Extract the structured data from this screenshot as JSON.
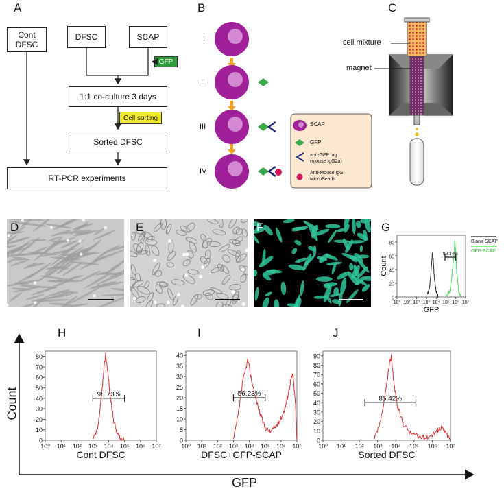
{
  "panelA": {
    "letter": "A",
    "box_cont": [
      "Cont",
      "DFSC"
    ],
    "box_dfsc": "DFSC",
    "box_scap": "SCAP",
    "tag_gfp": "GFP",
    "box_coculture": "1:1 co-culture 3 days",
    "tag_sorting": "Cell sorting",
    "box_sorted": "Sorted DFSC",
    "box_rtpcr": "RT-PCR experiments",
    "colors": {
      "gfp_tag": "#2e9e3a",
      "sorting_tag": "#f2ea2a"
    }
  },
  "panelB": {
    "letter": "B",
    "steps": [
      "I",
      "II",
      "III",
      "IV"
    ],
    "legend": [
      "SCAP",
      "GFP",
      "anti-GFP tag",
      "(mouse IgG2a)",
      "Anti-Mouse IgG",
      "MicroBeads"
    ],
    "colors": {
      "cell": "#a0209a",
      "nucleus": "#d38ad0",
      "gfp": "#3aaa48",
      "antibody": "#1b2a7a",
      "bead": "#d0155a",
      "arrow": "#f0a020",
      "legend_bg": "#fbe8cf"
    }
  },
  "panelC": {
    "letter": "C",
    "label_mixture": "cell mixture",
    "label_magnet": "magnet"
  },
  "micrographs": [
    {
      "letter": "D",
      "kind": "phase"
    },
    {
      "letter": "E",
      "kind": "phase"
    },
    {
      "letter": "F",
      "kind": "fluorescence"
    }
  ],
  "chart_data": [
    {
      "panel": "G",
      "type": "line",
      "ylabel": "Count",
      "xlabel": "GFP",
      "x_ticks": [
        "10⁰",
        "10¹",
        "10²",
        "10³",
        "10⁴",
        "10⁵",
        "10⁶",
        "10⁷"
      ],
      "y_ticks": [
        "0",
        "20",
        "40",
        "60",
        "80"
      ],
      "ylim": [
        0,
        90
      ],
      "xlim": [
        0,
        7
      ],
      "gate_label": "98.14%",
      "gate_range": [
        4.9,
        6.0
      ],
      "series": [
        {
          "name": "Blank-SCAP",
          "color": "#222222",
          "x": [
            3.0,
            3.3,
            3.5,
            3.6,
            3.7,
            3.8,
            4.0,
            4.2
          ],
          "y": [
            0,
            10,
            40,
            63,
            55,
            30,
            8,
            0
          ]
        },
        {
          "name": "GFP-SCAP",
          "color": "#44dd44",
          "x": [
            5.0,
            5.4,
            5.6,
            5.8,
            5.9,
            6.0,
            6.1,
            6.3,
            6.5
          ],
          "y": [
            0,
            8,
            30,
            58,
            82,
            65,
            35,
            8,
            0
          ]
        }
      ],
      "legend_position": "right"
    },
    {
      "panel": "H",
      "type": "line",
      "xlabel": "Cont DFSC",
      "x_ticks": [
        "10⁰",
        "10¹",
        "10²",
        "10³",
        "10⁴",
        "10⁵",
        "10⁶",
        "10⁷"
      ],
      "y_ticks": [
        "0",
        "10",
        "20",
        "30",
        "40",
        "50",
        "60",
        "70",
        "80"
      ],
      "ylim": [
        0,
        85
      ],
      "xlim": [
        0,
        7
      ],
      "gate_label": "98.73%",
      "gate_range": [
        3.0,
        5.0
      ],
      "series": [
        {
          "color": "#e03030",
          "x": [
            3.0,
            3.3,
            3.5,
            3.65,
            3.8,
            3.95,
            4.1,
            4.3,
            4.5,
            4.7,
            5.0
          ],
          "y": [
            0,
            10,
            35,
            60,
            82,
            65,
            40,
            20,
            8,
            2,
            0
          ]
        }
      ]
    },
    {
      "panel": "I",
      "type": "line",
      "xlabel": "DFSC+GFP-SCAP",
      "x_ticks": [
        "10⁰",
        "10¹",
        "10²",
        "10³",
        "10⁴",
        "10⁵",
        "10⁶",
        "10⁷"
      ],
      "y_ticks": [
        "0",
        "5",
        "10",
        "15",
        "20",
        "25",
        "30",
        "35",
        "40"
      ],
      "ylim": [
        0,
        42
      ],
      "xlim": [
        0,
        7
      ],
      "gate_label": "56.23%",
      "gate_range": [
        3.0,
        5.0
      ],
      "series": [
        {
          "color": "#e03030",
          "x": [
            3.0,
            3.3,
            3.6,
            3.9,
            4.1,
            4.4,
            4.7,
            5.0,
            5.3,
            5.6,
            5.9,
            6.2,
            6.4,
            6.6,
            6.75,
            6.9,
            7.0
          ],
          "y": [
            0,
            12,
            28,
            38,
            30,
            20,
            12,
            6,
            4,
            6,
            9,
            14,
            20,
            28,
            31,
            18,
            0
          ]
        }
      ]
    },
    {
      "panel": "J",
      "type": "line",
      "xlabel": "Sorted DFSC",
      "x_ticks": [
        "10⁰",
        "10¹",
        "10²",
        "10³",
        "10⁴",
        "10⁵",
        "10⁶",
        "10⁷"
      ],
      "y_ticks": [
        "0",
        "10",
        "20",
        "30",
        "40",
        "50",
        "60",
        "70",
        "80",
        "90"
      ],
      "ylim": [
        0,
        95
      ],
      "xlim": [
        0,
        7
      ],
      "gate_label": "85.42%",
      "gate_range": [
        2.3,
        5.1
      ],
      "series": [
        {
          "color": "#e03030",
          "x": [
            2.8,
            3.1,
            3.4,
            3.6,
            3.75,
            3.9,
            4.1,
            4.4,
            4.8,
            5.2,
            5.6,
            6.0,
            6.3,
            6.5,
            6.7,
            7.0
          ],
          "y": [
            0,
            15,
            45,
            75,
            90,
            60,
            35,
            18,
            8,
            4,
            3,
            6,
            11,
            14,
            9,
            0
          ]
        }
      ]
    }
  ],
  "overall": {
    "ylabel": "Count",
    "xlabel": "GFP"
  }
}
